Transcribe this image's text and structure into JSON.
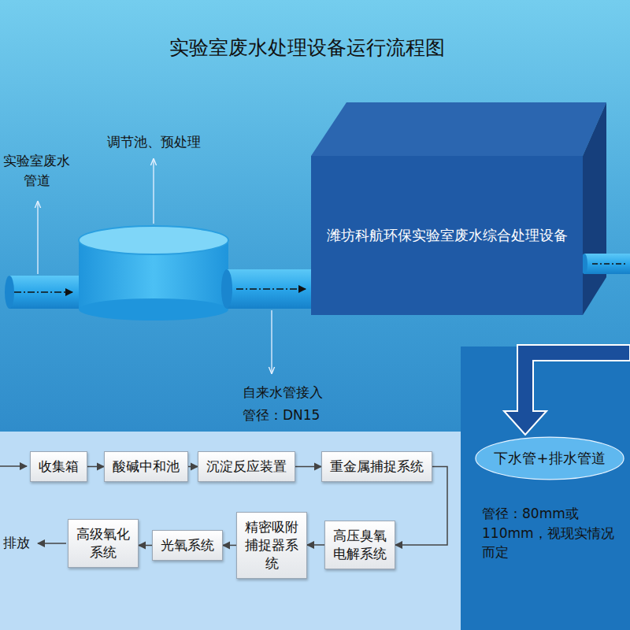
{
  "diagram": {
    "title": "实验室废水处理设备运行流程图",
    "nodes": [
      {
        "text": [
          "潍坊科航环保实验室废水综合处理设备"
        ]
      },
      {
        "text": [
          "下水管+排水管道"
        ]
      },
      {
        "text": [
          "收集箱"
        ]
      },
      {
        "text": [
          "酸碱中和池"
        ]
      },
      {
        "text": [
          "沉淀反应装置"
        ]
      },
      {
        "text": [
          "重金属捕捉系统"
        ]
      },
      {
        "text": [
          "高压臭氧电解系统"
        ]
      },
      {
        "text": [
          "精密吸附捕捉器系统"
        ]
      },
      {
        "text": [
          "光氧系统"
        ]
      },
      {
        "text": [
          "高级氧化系统"
        ]
      }
    ],
    "edges": [
      {
        "from": 2,
        "to": 3,
        "arrow": "to"
      },
      {
        "from": 3,
        "to": 4,
        "arrow": "to"
      },
      {
        "from": 4,
        "to": 5,
        "arrow": "to"
      },
      {
        "from": 5,
        "to": 6,
        "arrow": "to"
      },
      {
        "from": 6,
        "to": 7,
        "arrow": "to"
      },
      {
        "from": 7,
        "to": 8,
        "arrow": "to"
      },
      {
        "from": 8,
        "to": 9,
        "arrow": "to"
      }
    ],
    "labels": [
      "实验室废水 管道",
      "调节池、预处理",
      "自来水管接入",
      "管径：DN15",
      "管径：80mm或 110mm，视现实情况 而定",
      "排放"
    ]
  }
}
